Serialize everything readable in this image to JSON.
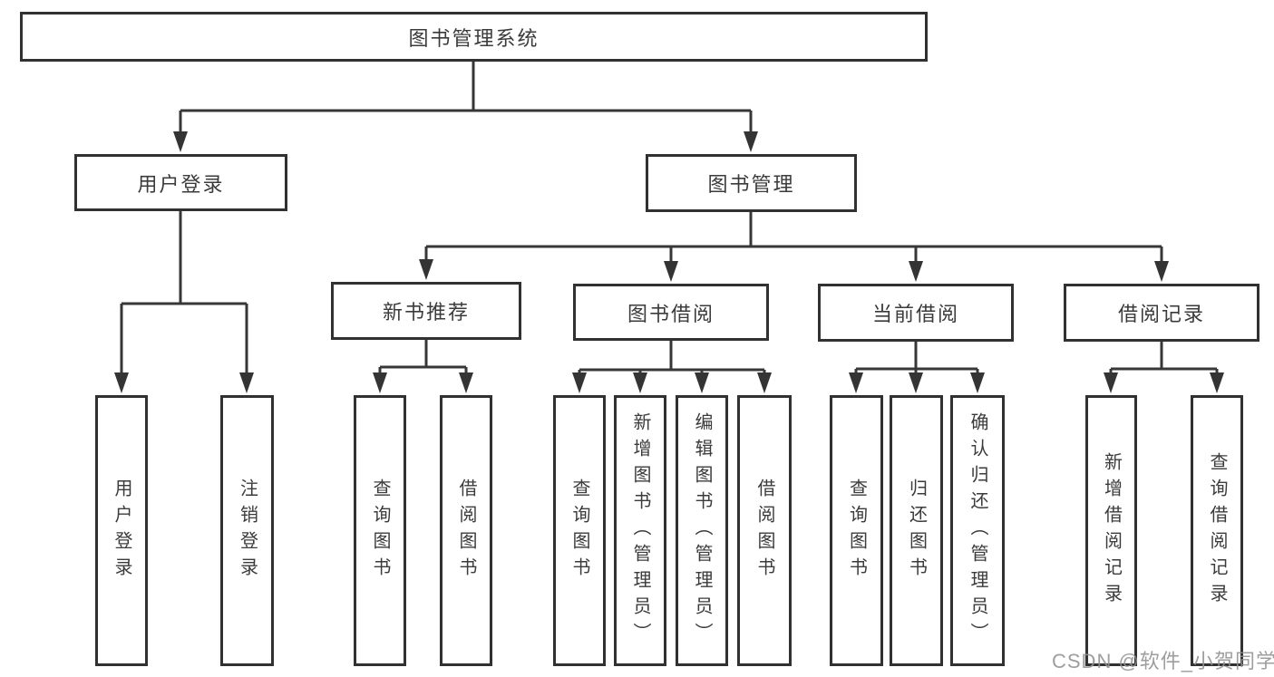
{
  "diagram": {
    "title": "图书管理系统",
    "branches": [
      {
        "label": "用户登录",
        "leaves": [
          "用户登录",
          "注销登录"
        ]
      },
      {
        "label": "图书管理",
        "sections": [
          {
            "label": "新书推荐",
            "leaves": [
              "查询图书",
              "借阅图书"
            ]
          },
          {
            "label": "图书借阅",
            "leaves": [
              "查询图书",
              "新增图书（管理员）",
              "编辑图书（管理员）",
              "借阅图书"
            ]
          },
          {
            "label": "当前借阅",
            "leaves": [
              "查询图书",
              "归还图书",
              "确认归还（管理员）"
            ]
          },
          {
            "label": "借阅记录",
            "leaves": [
              "新增借阅记录",
              "查询借阅记录"
            ]
          }
        ]
      }
    ]
  },
  "watermark": "CSDN @软件_小贺同学",
  "colors": {
    "line": "#373737",
    "box_border": "#313131",
    "text": "#3b3b3b",
    "watermark": "#919191"
  }
}
